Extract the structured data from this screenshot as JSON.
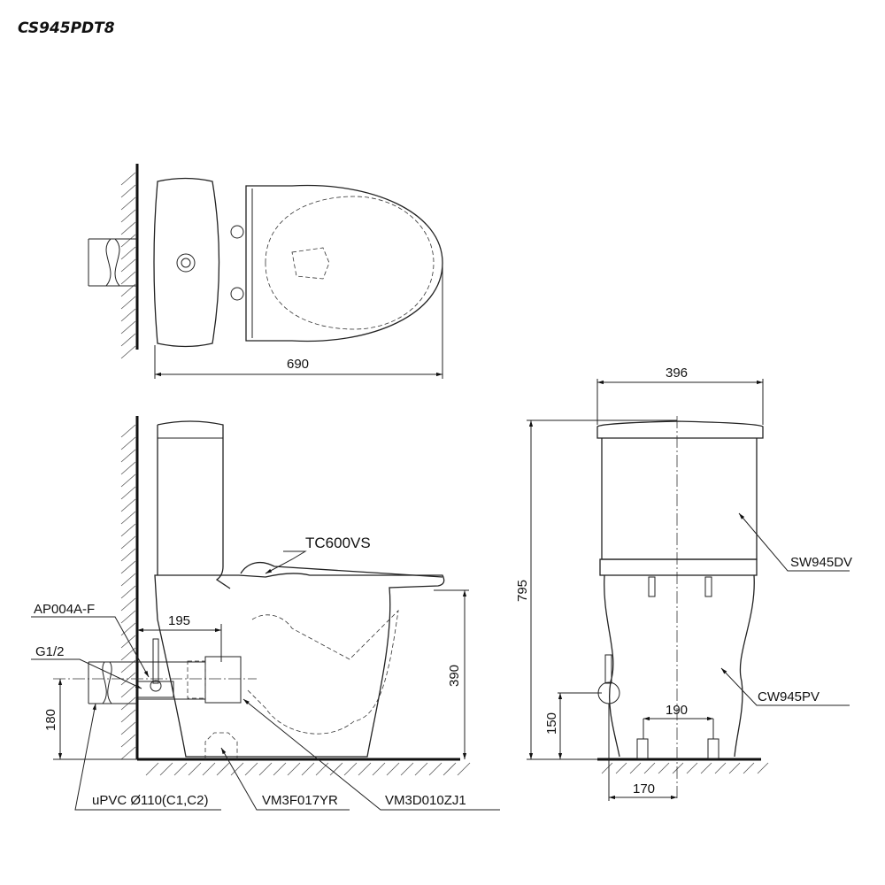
{
  "title": "CS945PDT8",
  "top_view": {
    "width_dim": "690"
  },
  "side_view": {
    "seat_label": "TC600VS",
    "valve_label": "AP004A-F",
    "thread_label": "G1/2",
    "wall_to_outlet_dim": "195",
    "outlet_height_dim": "390",
    "inlet_height_dim": "180",
    "pipe_label": "uPVC Ø110(C1,C2)",
    "floor_fixing_label": "VM3F017YR",
    "outlet_connector_label": "VM3D010ZJ1"
  },
  "front_view": {
    "width_dim": "396",
    "height_dim": "795",
    "tank_label": "SW945DV",
    "bowl_label": "CW945PV",
    "bolt_spacing_dim": "190",
    "inlet_height_dim": "150",
    "inlet_offset_dim": "170"
  }
}
